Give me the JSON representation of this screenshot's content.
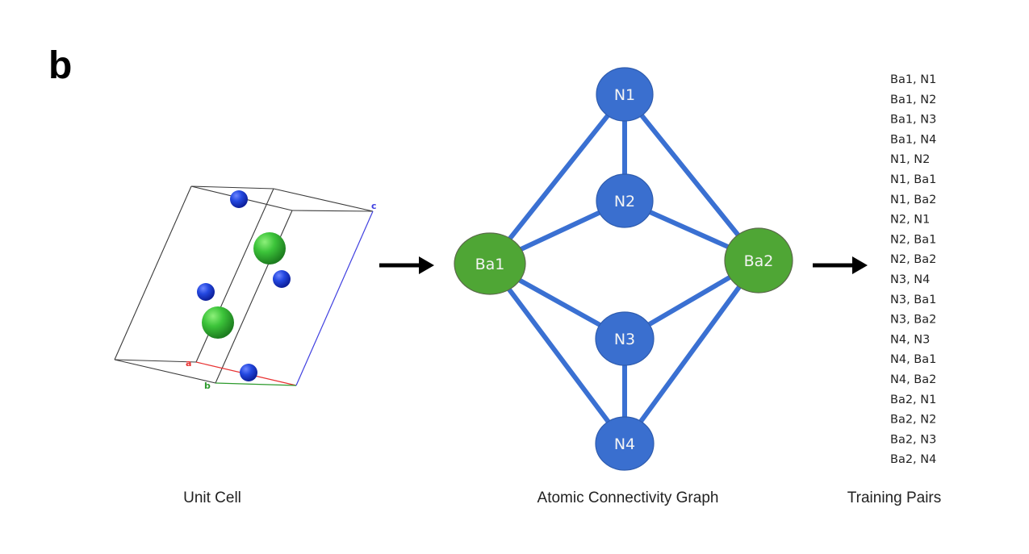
{
  "figure": {
    "panel_letter": "b",
    "colors": {
      "n_atom": "#3a6fcf",
      "n_atom_cell": "#1f3fd6",
      "ba_atom": "#4fa635",
      "ba_atom_cell": "#3cc43a",
      "edge": "#3a70d2",
      "cell_edge": "#3a3a3a",
      "axis_a": "#e83030",
      "axis_b": "#2c9a2c",
      "axis_c": "#4040e0"
    }
  },
  "unit_cell": {
    "caption": "Unit Cell",
    "axis_labels": {
      "a": "a",
      "b": "b",
      "c": "c"
    },
    "atoms": [
      {
        "element": "N"
      },
      {
        "element": "Ba"
      },
      {
        "element": "N"
      },
      {
        "element": "N"
      },
      {
        "element": "Ba"
      },
      {
        "element": "N"
      }
    ]
  },
  "graph": {
    "caption": "Atomic Connectivity Graph",
    "nodes": [
      {
        "id": "N1",
        "label": "N1",
        "element": "N"
      },
      {
        "id": "N2",
        "label": "N2",
        "element": "N"
      },
      {
        "id": "Ba1",
        "label": "Ba1",
        "element": "Ba"
      },
      {
        "id": "Ba2",
        "label": "Ba2",
        "element": "Ba"
      },
      {
        "id": "N3",
        "label": "N3",
        "element": "N"
      },
      {
        "id": "N4",
        "label": "N4",
        "element": "N"
      }
    ],
    "edges": [
      [
        "Ba1",
        "N1"
      ],
      [
        "Ba1",
        "N2"
      ],
      [
        "Ba1",
        "N3"
      ],
      [
        "Ba1",
        "N4"
      ],
      [
        "N1",
        "N2"
      ],
      [
        "N1",
        "Ba2"
      ],
      [
        "N2",
        "Ba2"
      ],
      [
        "N3",
        "N4"
      ],
      [
        "N3",
        "Ba2"
      ],
      [
        "N4",
        "Ba2"
      ]
    ]
  },
  "training_pairs": {
    "caption": "Training Pairs",
    "pairs": [
      "Ba1, N1",
      "Ba1, N2",
      "Ba1, N3",
      "Ba1, N4",
      "N1, N2",
      "N1, Ba1",
      "N1, Ba2",
      "N2, N1",
      "N2, Ba1",
      "N2, Ba2",
      "N3, N4",
      "N3, Ba1",
      "N3, Ba2",
      "N4, N3",
      "N4, Ba1",
      "N4, Ba2",
      "Ba2, N1",
      "Ba2, N2",
      "Ba2, N3",
      "Ba2, N4"
    ]
  },
  "arrows": [
    {
      "from": "unit_cell",
      "to": "graph"
    },
    {
      "from": "graph",
      "to": "training_pairs"
    }
  ]
}
